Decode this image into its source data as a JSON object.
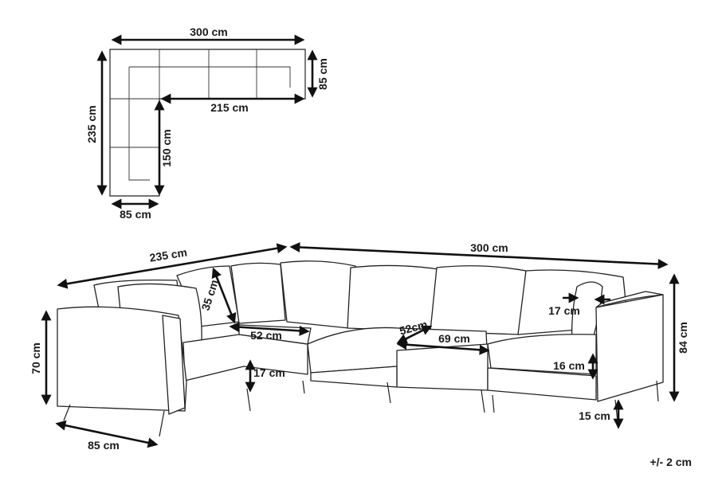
{
  "plan": {
    "width_label": "300 cm",
    "depth_right_label": "85 cm",
    "inner_width_label": "215 cm",
    "height_label": "235 cm",
    "inner_height_label": "150 cm",
    "depth_bottom_label": "85 cm"
  },
  "view": {
    "left_length_label": "235 cm",
    "right_length_label": "300 cm",
    "back_cushion_label": "35 cm",
    "seat_depth_label": "52 cm",
    "seat_depth_label_2": "52cm",
    "seat_width_label": "69 cm",
    "armrest_label": "17 cm",
    "leg_height_label": "17 cm",
    "arm_height_label": "16 cm",
    "foot_label": "15 cm",
    "height_label": "84 cm",
    "left_height_label": "70 cm",
    "left_depth_label": "85 cm"
  },
  "tolerance_label": "+/- 2 cm"
}
